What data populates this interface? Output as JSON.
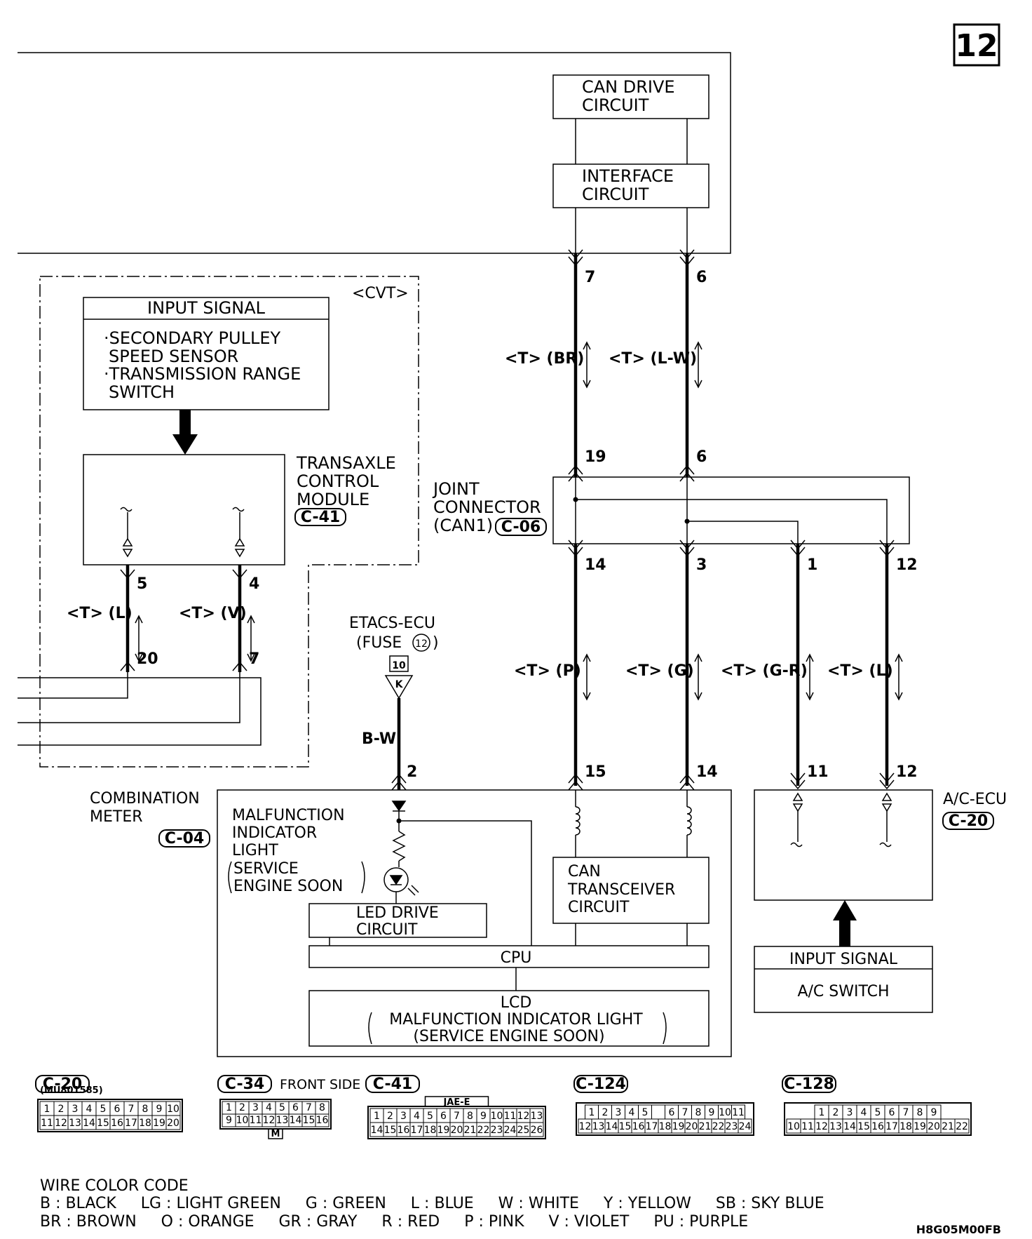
{
  "page_number": "12",
  "figure_code": "H8G05M00FB",
  "blocks": {
    "can_drive": [
      "CAN DRIVE",
      "CIRCUIT"
    ],
    "interface": [
      "INTERFACE",
      "CIRCUIT"
    ],
    "cvt_tag": "<CVT>",
    "input_signal_title": "INPUT SIGNAL",
    "input_signal_items": [
      "·SECONDARY PULLEY",
      "SPEED SENSOR",
      "·TRANSMISSION RANGE",
      "SWITCH"
    ],
    "tcm_label": [
      "TRANSAXLE",
      "CONTROL",
      "MODULE"
    ],
    "tcm_connector": "C-41",
    "joint_label": [
      "JOINT",
      "CONNECTOR",
      "(CAN1)"
    ],
    "joint_connector": "C-06",
    "etacs_label": [
      "ETACS-ECU",
      "(FUSE"
    ],
    "fuse_number": "12",
    "fuse_box_number": "10",
    "fuse_box_letter": "K",
    "combination_label": [
      "COMBINATION",
      "METER"
    ],
    "combination_connector": "C-04",
    "mil_label": [
      "MALFUNCTION",
      "INDICATOR",
      "LIGHT",
      "SERVICE",
      "ENGINE SOON"
    ],
    "led_drive": [
      "LED DRIVE",
      "CIRCUIT"
    ],
    "can_transceiver": [
      "CAN",
      "TRANSCEIVER",
      "CIRCUIT"
    ],
    "cpu": "CPU",
    "lcd": [
      "LCD",
      "MALFUNCTION INDICATOR LIGHT",
      "(SERVICE ENGINE SOON)"
    ],
    "ac_ecu": "A/C-ECU",
    "ac_connector": "C-20",
    "ac_input_title": "INPUT SIGNAL",
    "ac_input_item": "A/C SWITCH"
  },
  "wires": {
    "top_left_pin": "7",
    "top_right_pin": "6",
    "top_left_color": "<T> (BR)",
    "top_right_color": "<T> (L-W)",
    "jc_top_left_pin": "19",
    "jc_top_right_pin": "6",
    "jc_out_pins": [
      "14",
      "3",
      "1",
      "12"
    ],
    "jc_out_colors": [
      "<T> (P)",
      "<T> (G)",
      "<T> (G-R)",
      "<T> (L)"
    ],
    "meter_pins": [
      "15",
      "14"
    ],
    "ac_pins": [
      "11",
      "12"
    ],
    "tcm_pins_top": [
      "5",
      "4"
    ],
    "tcm_pins_bottom": [
      "20",
      "7"
    ],
    "tcm_colors": [
      "<T> (L)",
      "<T> (V)"
    ],
    "bw_label": "B-W",
    "meter_power_pin": "2"
  },
  "connectors": [
    {
      "id": "C-20",
      "part": "(MU801585)",
      "rows": [
        [
          "1",
          "2",
          "3",
          "4",
          "5",
          "6",
          "7",
          "8",
          "9",
          "10"
        ],
        [
          "11",
          "12",
          "13",
          "14",
          "15",
          "16",
          "17",
          "18",
          "19",
          "20"
        ]
      ]
    },
    {
      "id": "C-34",
      "note": "FRONT SIDE",
      "mark": "M",
      "rows": [
        [
          "1",
          "2",
          "3",
          "4",
          "5",
          "6",
          "7",
          "8"
        ],
        [
          "9",
          "10",
          "11",
          "12",
          "13",
          "14",
          "15",
          "16"
        ]
      ]
    },
    {
      "id": "C-41",
      "mark": "JAE-E",
      "rows": [
        [
          "1",
          "2",
          "3",
          "4",
          "5",
          "6",
          "7",
          "8",
          "9",
          "10",
          "11",
          "12",
          "13"
        ],
        [
          "14",
          "15",
          "16",
          "17",
          "18",
          "19",
          "20",
          "21",
          "22",
          "23",
          "24",
          "25",
          "26"
        ]
      ]
    },
    {
      "id": "C-124",
      "rows": [
        [
          "1",
          "2",
          "3",
          "4",
          "5",
          "",
          "6",
          "7",
          "8",
          "9",
          "10",
          "11"
        ],
        [
          "12",
          "13",
          "14",
          "15",
          "16",
          "17",
          "18",
          "19",
          "20",
          "21",
          "22",
          "23",
          "24"
        ]
      ]
    },
    {
      "id": "C-128",
      "rows": [
        [
          "1",
          "2",
          "3",
          "4",
          "5",
          "6",
          "7",
          "8",
          "9"
        ],
        [
          "10",
          "11",
          "12",
          "13",
          "14",
          "15",
          "16",
          "17",
          "18",
          "19",
          "20",
          "21",
          "22"
        ]
      ]
    }
  ],
  "wire_color_code": {
    "title": "WIRE COLOR CODE",
    "line1": "B : BLACK     LG : LIGHT GREEN     G : GREEN     L : BLUE     W : WHITE     Y : YELLOW     SB : SKY BLUE",
    "line2": "BR : BROWN     O : ORANGE     GR : GRAY     R : RED     P : PINK     V : VIOLET     PU : PURPLE"
  }
}
